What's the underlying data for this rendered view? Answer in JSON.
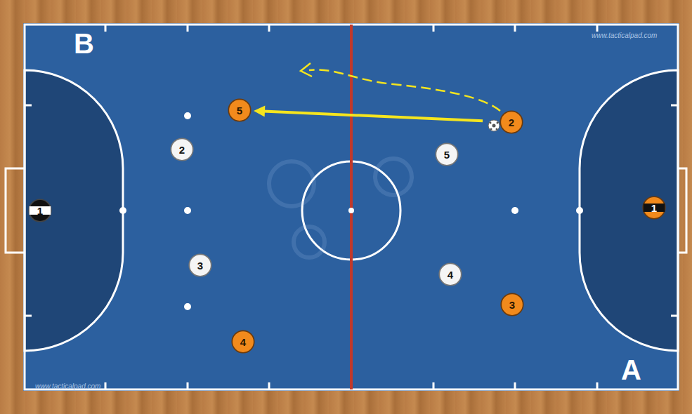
{
  "diagram": {
    "nodes": [
      {
        "text": [
          "5"
        ]
      },
      {
        "text": [
          "2"
        ]
      },
      {
        "text": [
          "2"
        ]
      },
      {
        "text": [
          "5"
        ]
      },
      {
        "text": [
          "1"
        ]
      },
      {
        "text": [
          "1"
        ]
      },
      {
        "text": [
          "3"
        ]
      },
      {
        "text": [
          "4"
        ]
      },
      {
        "text": [
          "3"
        ]
      },
      {
        "text": [
          "4"
        ]
      }
    ],
    "edges": [
      {
        "from": 1,
        "to": 0,
        "arrow": "to"
      }
    ],
    "labels": [
      "B",
      "www.tacticalpad.com",
      "www.tacticalpad.com",
      "A"
    ]
  }
}
